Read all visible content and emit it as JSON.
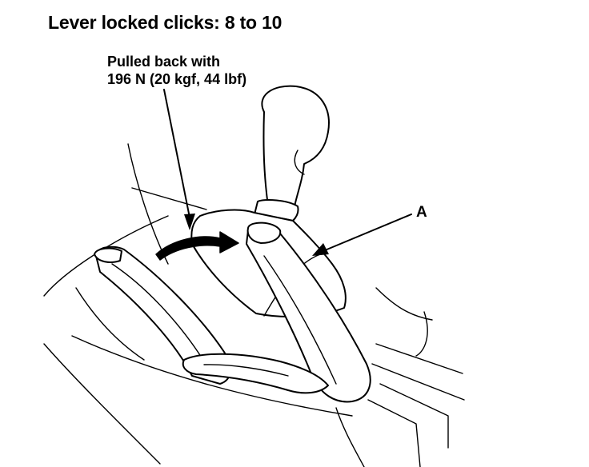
{
  "heading": "Lever locked clicks: 8 to 10",
  "note_line1": "Pulled back with",
  "note_line2": "196 N (20 kgf, 44 lbf)",
  "part_label": "A",
  "ink_color": "#000000",
  "background_color": "#ffffff"
}
